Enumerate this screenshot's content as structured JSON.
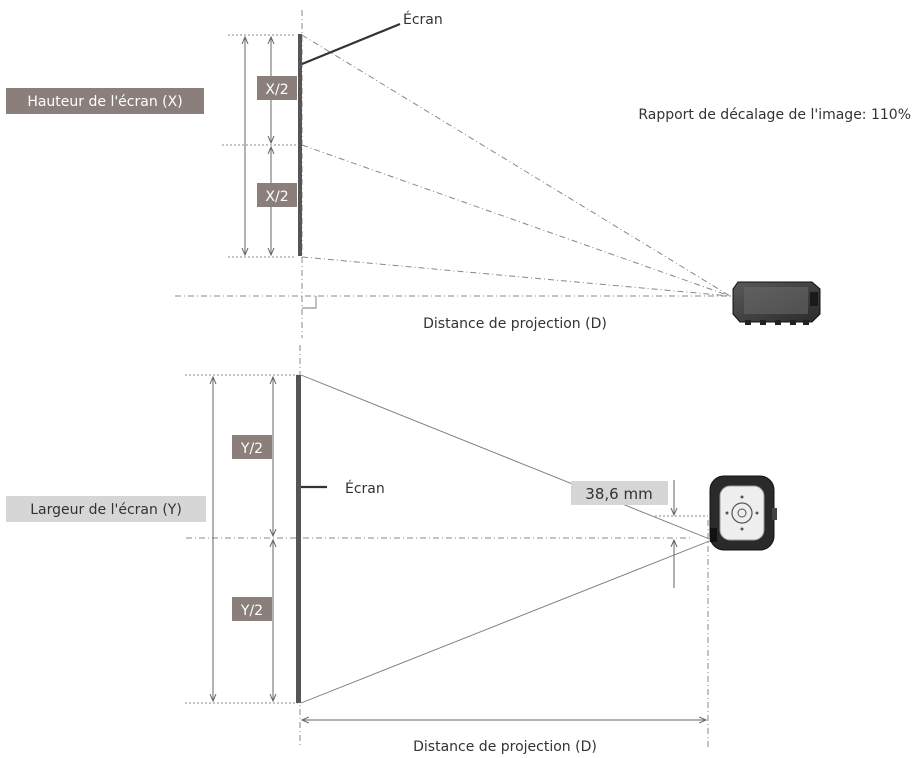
{
  "top_view": {
    "screen_label": "Écran",
    "height_label": "Hauteur de l'écran (X)",
    "half_height_top": "X/2",
    "half_height_bottom": "X/2",
    "offset_ratio": "Rapport de décalage de l'image: 110%",
    "distance_label": "Distance de projection (D)"
  },
  "bottom_view": {
    "screen_label": "Écran",
    "width_label": "Largeur de l'écran (Y)",
    "half_width_top": "Y/2",
    "half_width_bottom": "Y/2",
    "offset_value": "38,6 mm",
    "distance_label": "Distance de projection (D)"
  },
  "colors": {
    "dark_label_bg": "#8a7f7b",
    "light_label_bg": "#d6d6d6",
    "screen": "#555555",
    "line": "#888888"
  }
}
